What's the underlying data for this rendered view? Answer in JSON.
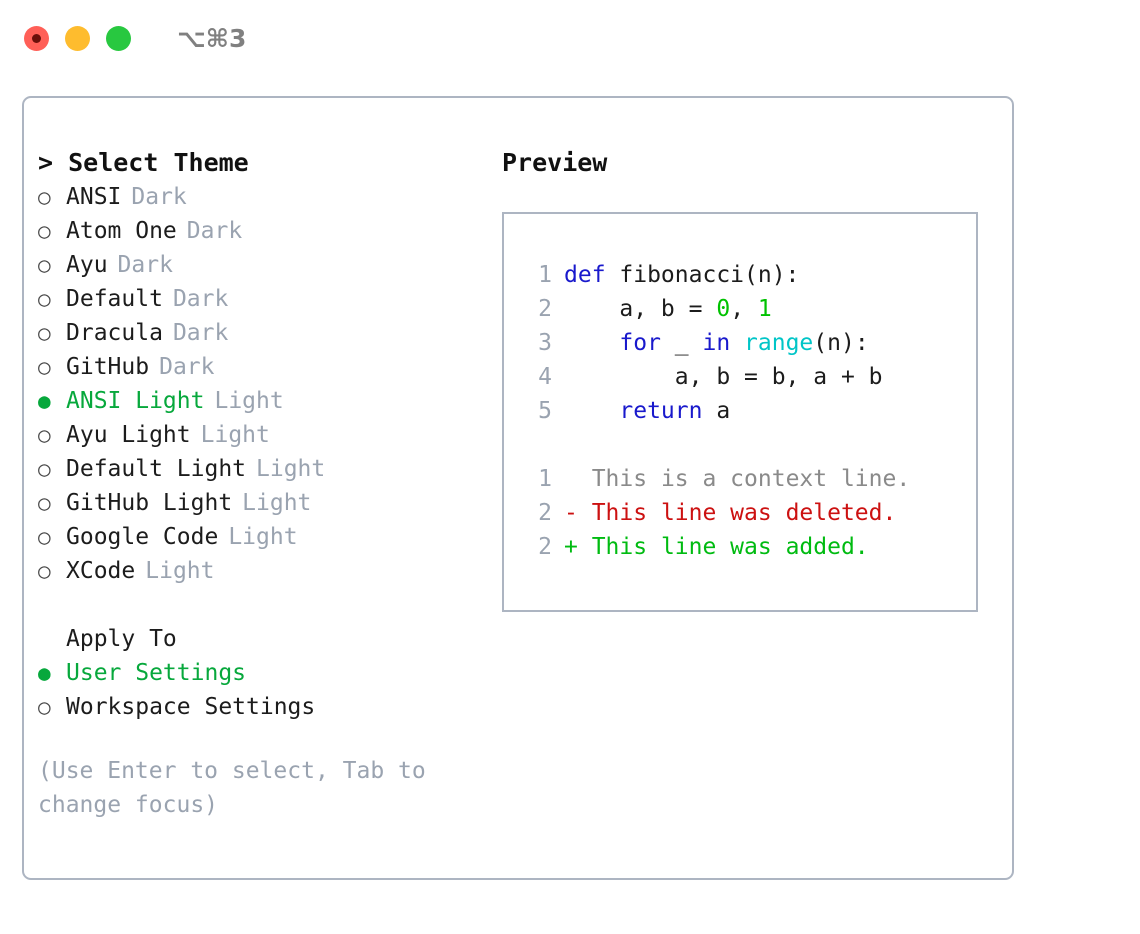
{
  "titlebar": {
    "shortcut": "⌥⌘3",
    "lights": [
      "close",
      "minimize",
      "maximize"
    ]
  },
  "theme_picker": {
    "header": "> Select Theme",
    "selected_marker": "●",
    "unselected_marker": "○",
    "items": [
      {
        "marker": "○",
        "name": "ANSI",
        "kind": "Dark",
        "selected": false
      },
      {
        "marker": "○",
        "name": "Atom One",
        "kind": "Dark",
        "selected": false
      },
      {
        "marker": "○",
        "name": "Ayu",
        "kind": "Dark",
        "selected": false
      },
      {
        "marker": "○",
        "name": "Default",
        "kind": "Dark",
        "selected": false
      },
      {
        "marker": "○",
        "name": "Dracula",
        "kind": "Dark",
        "selected": false
      },
      {
        "marker": "○",
        "name": "GitHub",
        "kind": "Dark",
        "selected": false
      },
      {
        "marker": "●",
        "name": "ANSI Light",
        "kind": "Light",
        "selected": true
      },
      {
        "marker": "○",
        "name": "Ayu Light",
        "kind": "Light",
        "selected": false
      },
      {
        "marker": "○",
        "name": "Default Light",
        "kind": "Light",
        "selected": false
      },
      {
        "marker": "○",
        "name": "GitHub Light",
        "kind": "Light",
        "selected": false
      },
      {
        "marker": "○",
        "name": "Google Code",
        "kind": "Light",
        "selected": false
      },
      {
        "marker": "○",
        "name": "XCode",
        "kind": "Light",
        "selected": false
      }
    ]
  },
  "apply_to": {
    "label": "Apply To",
    "items": [
      {
        "marker": "●",
        "name": "User Settings",
        "selected": true
      },
      {
        "marker": "○",
        "name": "Workspace Settings",
        "selected": false
      }
    ]
  },
  "hint": "(Use Enter to select, Tab to change focus)",
  "preview": {
    "title": "Preview",
    "code_lines": [
      {
        "num": "1",
        "tokens": [
          {
            "text": "def ",
            "type": "kw"
          },
          {
            "text": "fibonacci(n):",
            "type": "plain"
          }
        ]
      },
      {
        "num": "2",
        "tokens": [
          {
            "text": "    a, b = ",
            "type": "plain"
          },
          {
            "text": "0",
            "type": "num"
          },
          {
            "text": ", ",
            "type": "plain"
          },
          {
            "text": "1",
            "type": "num"
          }
        ]
      },
      {
        "num": "3",
        "tokens": [
          {
            "text": "    ",
            "type": "plain"
          },
          {
            "text": "for",
            "type": "kw"
          },
          {
            "text": " _ ",
            "type": "plain"
          },
          {
            "text": "in",
            "type": "kw"
          },
          {
            "text": " ",
            "type": "plain"
          },
          {
            "text": "range",
            "type": "builtin"
          },
          {
            "text": "(n):",
            "type": "plain"
          }
        ]
      },
      {
        "num": "4",
        "tokens": [
          {
            "text": "        a, b = b, a + b",
            "type": "plain"
          }
        ]
      },
      {
        "num": "5",
        "tokens": [
          {
            "text": "    ",
            "type": "plain"
          },
          {
            "text": "return",
            "type": "kw"
          },
          {
            "text": " a",
            "type": "plain"
          }
        ]
      }
    ],
    "diff_lines": [
      {
        "num": "1",
        "sign": " ",
        "text": " This is a context line.",
        "type": "ctx"
      },
      {
        "num": "2",
        "sign": "-",
        "text": " This line was deleted.",
        "type": "del"
      },
      {
        "num": "2",
        "sign": "+",
        "text": " This line was added.",
        "type": "add"
      }
    ]
  },
  "colors": {
    "accent_green": "#07a83c",
    "muted": "#9aa3b0",
    "border": "#adb5c2",
    "keyword": "#1919cc",
    "number": "#00c200",
    "builtin": "#00c5c7",
    "diff_delete": "#cc1111",
    "diff_add": "#00bb11",
    "light_red": "#ff5f57",
    "light_yellow": "#febc2e",
    "light_green": "#28c840"
  }
}
